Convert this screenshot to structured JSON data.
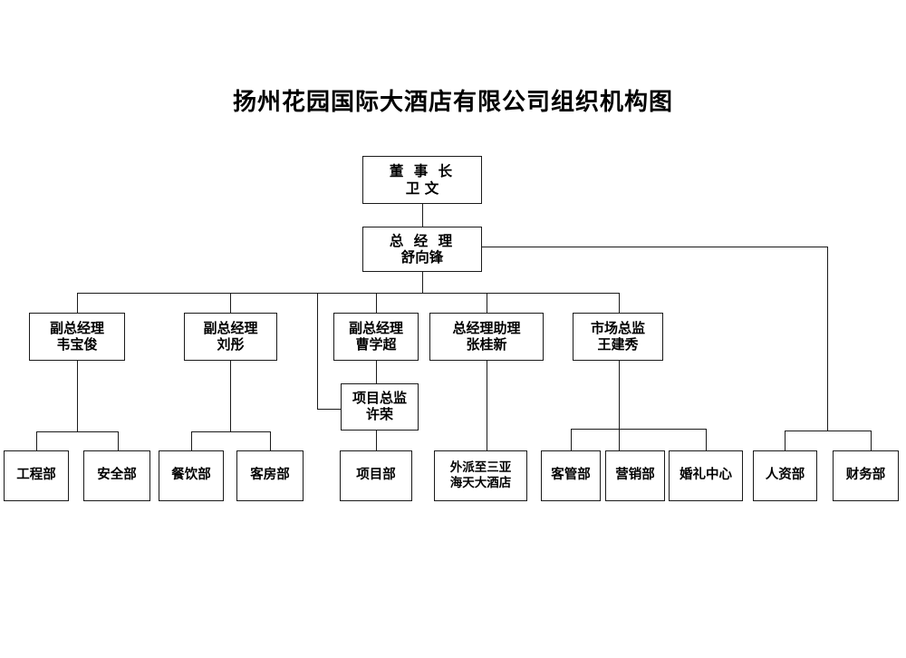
{
  "title": "扬州花园国际大酒店有限公司组织机构图",
  "chart_data": {
    "type": "diagram",
    "diagram_kind": "organization-chart",
    "title": "扬州花园国际大酒店有限公司组织机构图",
    "nodes": {
      "chairman": {
        "role": "董 事 长",
        "person": "卫  文"
      },
      "gm": {
        "role": "总 经 理",
        "person": "舒向锋"
      },
      "vgm1": {
        "role": "副总经理",
        "person": "韦宝俊"
      },
      "vgm2": {
        "role": "副总经理",
        "person": "刘彤"
      },
      "vgm3": {
        "role": "副总经理",
        "person": "曹学超"
      },
      "assistant": {
        "role": "总经理助理",
        "person": "张桂新"
      },
      "market": {
        "role": "市场总监",
        "person": "王建秀"
      },
      "projectdir": {
        "role": "项目总监",
        "person": "许荣"
      },
      "dept_eng": {
        "line1": "工程部"
      },
      "dept_safety": {
        "line1": "安全部"
      },
      "dept_fnb": {
        "line1": "餐饮部"
      },
      "dept_rooms": {
        "line1": "客房部"
      },
      "dept_project": {
        "line1": "项目部"
      },
      "dept_sanya": {
        "line1": "外派至三亚",
        "line2": "海天大酒店"
      },
      "dept_guest": {
        "line1": "客管部"
      },
      "dept_sales": {
        "line1": "营销部"
      },
      "dept_wedding": {
        "line1": "婚礼中心"
      },
      "dept_hr": {
        "line1": "人资部"
      },
      "dept_finance": {
        "line1": "财务部"
      }
    },
    "edges": [
      {
        "from": "chairman",
        "to": "gm"
      },
      {
        "from": "gm",
        "to": "vgm1"
      },
      {
        "from": "gm",
        "to": "vgm2"
      },
      {
        "from": "gm",
        "to": "vgm3"
      },
      {
        "from": "gm",
        "to": "assistant"
      },
      {
        "from": "gm",
        "to": "market"
      },
      {
        "from": "gm",
        "to": "projectdir"
      },
      {
        "from": "gm",
        "to": "dept_hr"
      },
      {
        "from": "gm",
        "to": "dept_finance"
      },
      {
        "from": "vgm1",
        "to": "dept_eng"
      },
      {
        "from": "vgm1",
        "to": "dept_safety"
      },
      {
        "from": "vgm2",
        "to": "dept_fnb"
      },
      {
        "from": "vgm2",
        "to": "dept_rooms"
      },
      {
        "from": "vgm3",
        "to": "projectdir"
      },
      {
        "from": "projectdir",
        "to": "dept_project"
      },
      {
        "from": "assistant",
        "to": "dept_sanya"
      },
      {
        "from": "market",
        "to": "dept_guest"
      },
      {
        "from": "market",
        "to": "dept_sales"
      },
      {
        "from": "market",
        "to": "dept_wedding"
      }
    ],
    "levels": [
      [
        "chairman"
      ],
      [
        "gm"
      ],
      [
        "vgm1",
        "vgm2",
        "vgm3",
        "assistant",
        "market"
      ],
      [
        "projectdir"
      ],
      [
        "dept_eng",
        "dept_safety",
        "dept_fnb",
        "dept_rooms",
        "dept_project",
        "dept_sanya",
        "dept_guest",
        "dept_sales",
        "dept_wedding",
        "dept_hr",
        "dept_finance"
      ]
    ],
    "colors": {
      "background": "#ffffff",
      "line": "#1a1a1a",
      "text": "#000000",
      "box_fill": "#ffffff"
    }
  }
}
